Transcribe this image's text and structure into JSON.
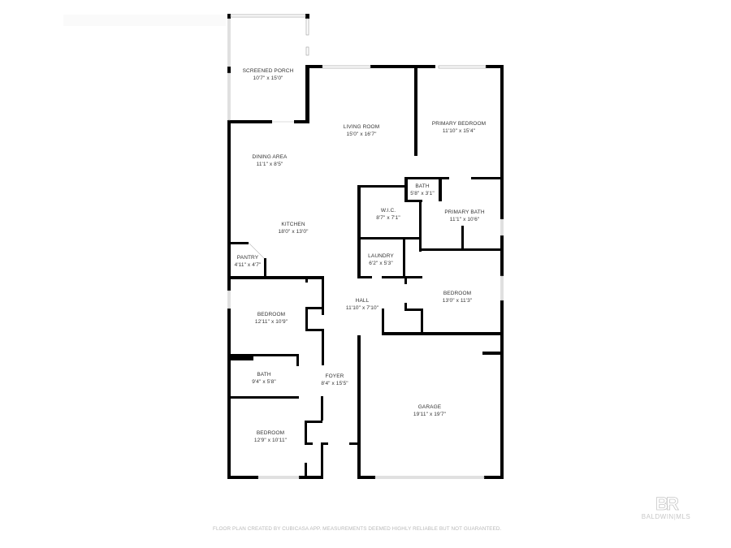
{
  "rooms": [
    {
      "id": "screened-porch",
      "name": "SCREENED PORCH",
      "dims": "10'7\" x 15'0\""
    },
    {
      "id": "living-room",
      "name": "LIVING ROOM",
      "dims": "15'0\" x 16'7\""
    },
    {
      "id": "primary-bedroom",
      "name": "PRIMARY BEDROOM",
      "dims": "11'10\" x 15'4\""
    },
    {
      "id": "dining-area",
      "name": "DINING AREA",
      "dims": "11'1\" x 8'5\""
    },
    {
      "id": "bath-primary-small",
      "name": "BATH",
      "dims": "5'8\" x 3'1\""
    },
    {
      "id": "wic",
      "name": "W.I.C.",
      "dims": "8'7\" x 7'1\""
    },
    {
      "id": "primary-bath",
      "name": "PRIMARY BATH",
      "dims": "11'1\" x 10'6\""
    },
    {
      "id": "kitchen",
      "name": "KITCHEN",
      "dims": "18'0\" x 13'0\""
    },
    {
      "id": "pantry",
      "name": "PANTRY",
      "dims": "4'11\" x 4'7\""
    },
    {
      "id": "laundry",
      "name": "LAUNDRY",
      "dims": "6'2\" x 5'3\""
    },
    {
      "id": "bedroom-east",
      "name": "BEDROOM",
      "dims": "13'0\" x 11'3\""
    },
    {
      "id": "hall",
      "name": "HALL",
      "dims": "11'10\" x 7'10\""
    },
    {
      "id": "bedroom-west",
      "name": "BEDROOM",
      "dims": "12'11\" x 10'9\""
    },
    {
      "id": "bath-hall",
      "name": "BATH",
      "dims": "9'4\" x 5'8\""
    },
    {
      "id": "foyer",
      "name": "FOYER",
      "dims": "8'4\" x 15'5\""
    },
    {
      "id": "garage",
      "name": "GARAGE",
      "dims": "19'11\" x 19'7\""
    },
    {
      "id": "bedroom-southwest",
      "name": "BEDROOM",
      "dims": "12'9\" x 10'11\""
    }
  ],
  "footer": {
    "disclaimer": "FLOOR PLAN CREATED BY CUBICASA APP. MEASUREMENTS DEEMED HIGHLY RELIABLE BUT NOT GUARANTEED."
  },
  "logo": {
    "mark": "BR",
    "name": "BALDWIN|MLS"
  },
  "colors": {
    "wall": "#000000",
    "window": "#d9d9d9",
    "label": "#333333",
    "footer": "#b8b8b8"
  }
}
